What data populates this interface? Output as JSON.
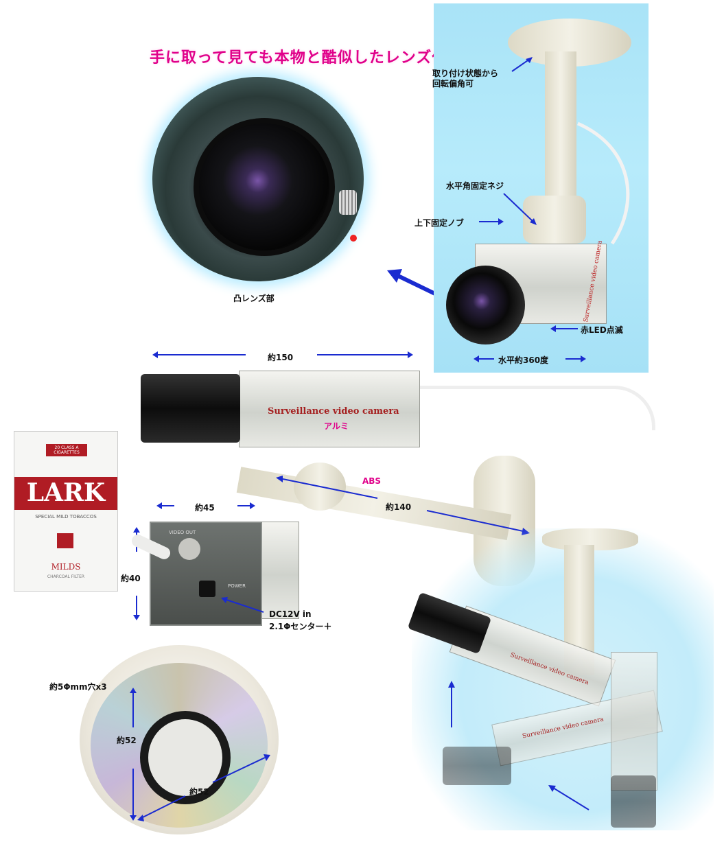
{
  "title": "手に取って見ても本物と酷似したレンズ仕様",
  "labels": {
    "lens_part": "凸レンズ部",
    "rotation": "取り付け状態から\n回転偏角可",
    "horizontal_screw": "水平角固定ネジ",
    "vertical_knob": "上下固定ノブ",
    "red_led": "赤LED点滅",
    "horizontal_360": "水平約360度",
    "width_150": "約150",
    "aluminum": "アルミ",
    "abs": "ABS",
    "length_140": "約140",
    "width_45": "約45",
    "height_40": "約40",
    "dc_in": "DC12V in",
    "center_plus": "2.1Φセンター＋",
    "holes": "約5Φmm穴x3",
    "dia_52a": "約52",
    "dia_52b": "約52"
  },
  "camera_texts": {
    "brand": "Surveillance video camera",
    "video_out": "VIDEO OUT",
    "power": "POWER"
  },
  "cigarette": {
    "brand": "LARK",
    "top": "20 CLASS A CIGARETTES",
    "sub": "SPECIAL MILD TOBACCOS",
    "name": "MILDS",
    "filter": "CHARCOAL FILTER"
  },
  "colors": {
    "title": "#e0008a",
    "arrow": "#1a2bd0",
    "panel": "#aee6f8",
    "red_text": "#cc0000"
  }
}
